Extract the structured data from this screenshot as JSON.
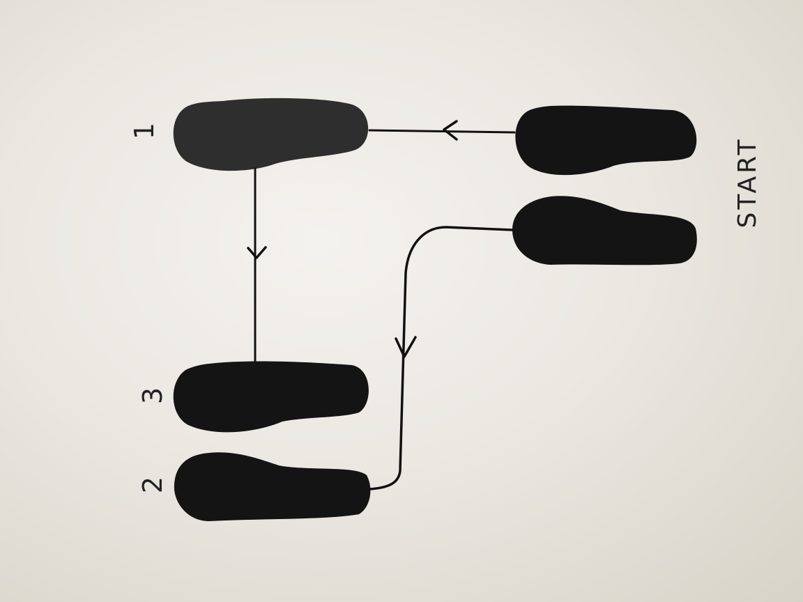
{
  "labels": {
    "step_1": "1",
    "step_2": "2",
    "step_3": "3",
    "start": "START"
  },
  "colors": {
    "paper": "#efece6",
    "ink": "#111111",
    "footprint": "#141414",
    "footprint_textured": "#2e2e2e"
  }
}
